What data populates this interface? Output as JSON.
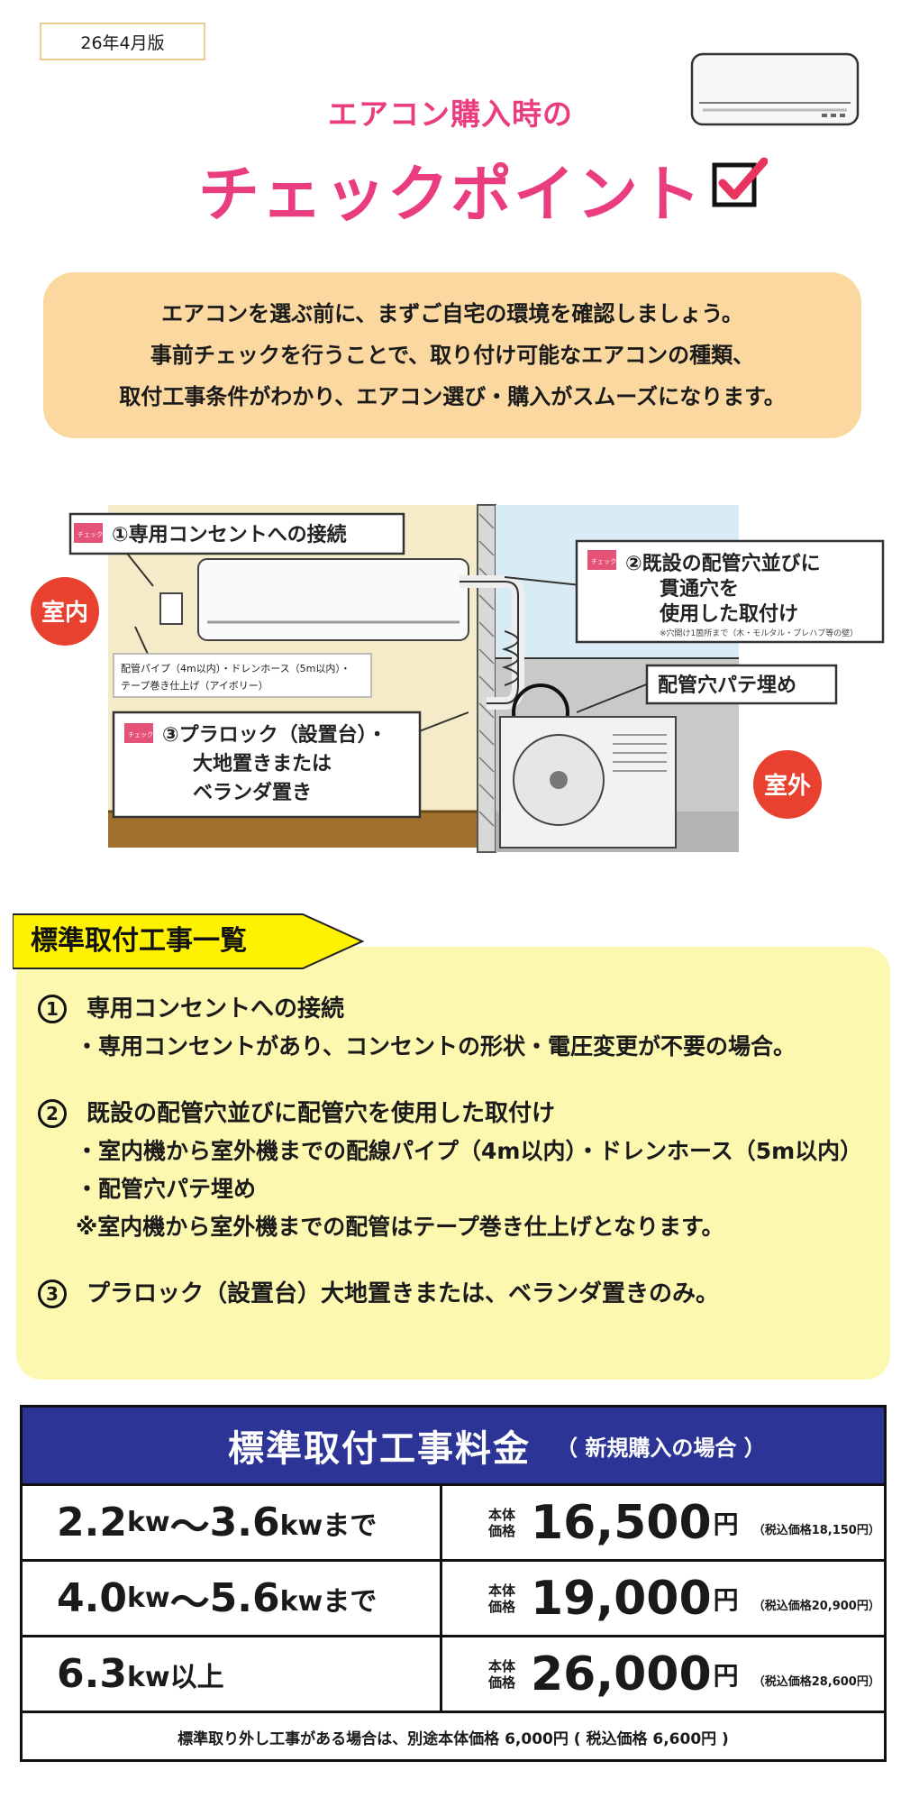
{
  "edition": "26年4月版",
  "hero": {
    "subtitle_main": "エアコン購入時",
    "subtitle_particle": "の",
    "title": "チェックポイント"
  },
  "intro": {
    "lines": [
      "エアコンを選ぶ前に、まずご自宅の環境を確認しましょう。",
      "事前チェックを行うことで、取り付け可能なエアコンの種類、",
      "取付工事条件がわかり、エアコン選び・購入がスムーズになります。"
    ]
  },
  "diagram": {
    "indoor_badge": "室内",
    "outdoor_badge": "室外",
    "check_tag": "チェック\nポイント",
    "callout1": "①専用コンセントへの接続",
    "callout2": [
      "②既設の配管穴並びに",
      "貫通穴を",
      "使用した取付け"
    ],
    "callout2_note": "※穴開け1箇所まで（木・モルタル・プレハブ等の壁）",
    "pipe_note": [
      "配管パイプ（4m以内）・ドレンホース（5m以内）・",
      "テープ巻き仕上げ（アイボリー）"
    ],
    "callout3": [
      "③プラロック（設置台）・",
      "大地置きまたは",
      "ベランダ置き"
    ],
    "putty_label": "配管穴パテ埋め"
  },
  "standard": {
    "heading": "標準取付工事一覧",
    "items": [
      {
        "num": "1",
        "title": "専用コンセントへの接続",
        "lines": [
          "・専用コンセントがあり、コンセントの形状・電圧変更が不要の場合。"
        ]
      },
      {
        "num": "2",
        "title": "既設の配管穴並びに配管穴を使用した取付け",
        "lines": [
          "・室内機から室外機までの配線パイプ（4m以内）・ドレンホース（5m以内）",
          "・配管穴パテ埋め",
          "※室内機から室外機までの配管はテープ巻き仕上げとなります。"
        ]
      },
      {
        "num": "3",
        "title": "プラロック（設置台）大地置きまたは、ベランダ置きのみ。",
        "lines": []
      }
    ]
  },
  "fees": {
    "title": "標準取付工事料金",
    "note": "（ 新規購入の場合 ）",
    "base_label_1": "本体",
    "base_label_2": "価格",
    "yen": "円",
    "rows": [
      {
        "cap_a": "2.2",
        "unit_a": "kw",
        "sep": "〜",
        "cap_b": "3.6",
        "unit_b": "kwまで",
        "price": "16,500",
        "tax": "（税込価格18,150円）"
      },
      {
        "cap_a": "4.0",
        "unit_a": "kw",
        "sep": "〜",
        "cap_b": "5.6",
        "unit_b": "kwまで",
        "price": "19,000",
        "tax": "（税込価格20,900円）"
      },
      {
        "cap_a": "6.3",
        "unit_a": "kw以上",
        "sep": "",
        "cap_b": "",
        "unit_b": "",
        "price": "26,000",
        "tax": "（税込価格28,600円）"
      }
    ],
    "footer": "標準取り外し工事がある場合は、別途本体価格 6,000円 ( 税込価格 6,600円 )"
  }
}
